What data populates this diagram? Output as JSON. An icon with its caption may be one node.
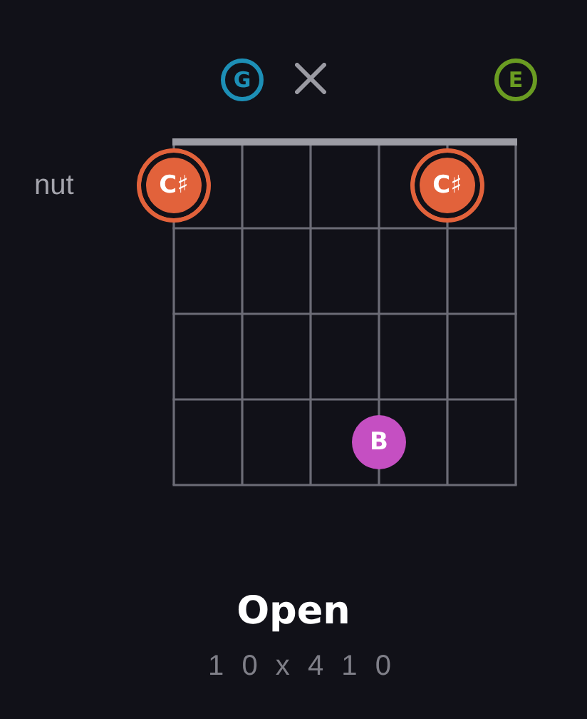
{
  "diagram": {
    "title": "Open",
    "nodes": [
      {
        "text": [
          "G"
        ]
      },
      {
        "text": [
          "E"
        ]
      },
      {
        "text": [
          "C♯"
        ]
      },
      {
        "text": [
          "C♯"
        ]
      },
      {
        "text": [
          "B"
        ]
      }
    ],
    "labels": [
      "nut",
      "1 0 x 4 1 0"
    ]
  }
}
